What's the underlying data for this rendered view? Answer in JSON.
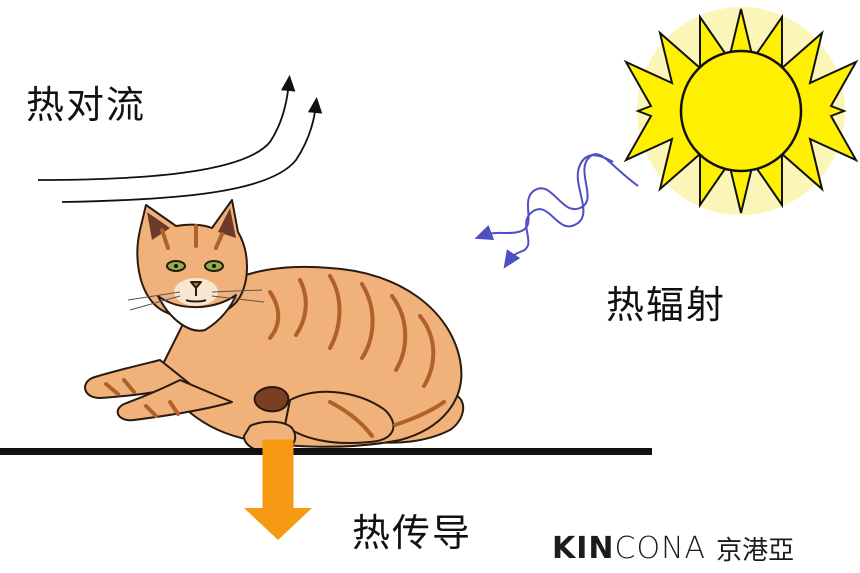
{
  "labels": {
    "convection": "热对流",
    "radiation": "热辐射",
    "conduction": "热传导"
  },
  "logo": {
    "bold_part": "KIN",
    "light_part": "CONA",
    "chinese": "京港亞"
  },
  "colors": {
    "sun_fill": "#ffef00",
    "sun_glow": "#f6f08a",
    "cat_fur": "#f0b27a",
    "stripes": "#b0612a",
    "wave": "#4f4fc4",
    "arrow": "#f59a12",
    "ground": "#111111"
  },
  "icons": {
    "sun": "sun-icon",
    "cat": "cat-illustration",
    "radiation_waves": "wavy-arrow-icon",
    "convection_air": "curved-arrow-icon",
    "conduction_arrow": "down-arrow-icon"
  }
}
